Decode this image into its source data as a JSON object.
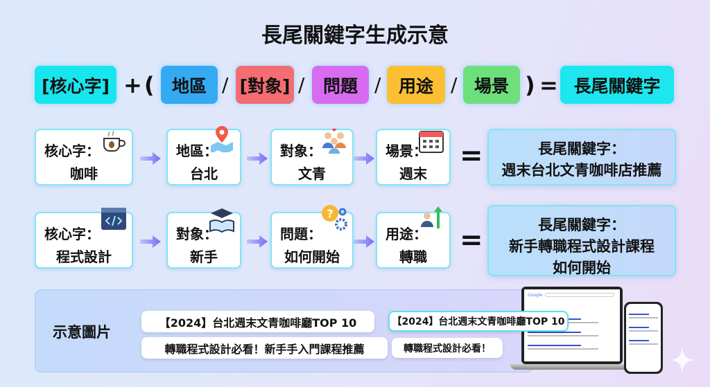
{
  "title": "長尾關鍵字生成示意",
  "formula": {
    "core": "[核心字]",
    "plus": "+",
    "open": "(",
    "region": "地區",
    "target": "[對象]",
    "question": "問題",
    "usage": "用途",
    "scene": "場景",
    "slash": "/",
    "close": ")",
    "equals": "=",
    "result": "長尾關鍵字"
  },
  "colors": {
    "core": "#17e6ee",
    "region": "#33aaf2",
    "target": "#f46d72",
    "question": "#d76cf0",
    "usage": "#fcbf33",
    "scene": "#6de07c",
    "result": "#1ee6ee"
  },
  "example1": {
    "steps": [
      {
        "label": "核心字：",
        "value": "咖啡",
        "icon": "coffee-cup-icon"
      },
      {
        "label": "地區：",
        "value": "台北",
        "icon": "map-pin-icon"
      },
      {
        "label": "對象：",
        "value": "文青",
        "icon": "people-icon"
      },
      {
        "label": "場景：",
        "value": "週末",
        "icon": "calendar-icon"
      }
    ],
    "equals": "=",
    "result_label": "長尾關鍵字：",
    "result_lines": [
      "週末台北文青咖啡店推薦"
    ]
  },
  "example2": {
    "steps": [
      {
        "label": "核心字：",
        "value": "程式設計",
        "icon": "code-window-icon"
      },
      {
        "label": "對象：",
        "value": "新手",
        "icon": "graduation-book-icon"
      },
      {
        "label": "問題：",
        "value": "如何開始",
        "icon": "question-gears-icon"
      },
      {
        "label": "用途：",
        "value": "轉職",
        "icon": "career-growth-icon"
      }
    ],
    "equals": "=",
    "result_label": "長尾關鍵字：",
    "result_lines": [
      "新手轉職程式設計課程",
      "如何開始"
    ]
  },
  "illustration": {
    "label": "示意圖片",
    "titles": [
      "【2024】台北週末文青咖啡廳TOP 10",
      "轉職程式設計必看！新手手入門課程推薦"
    ],
    "highlight_titles": [
      "【2024】台北週末文青咖啡廳TOP 10",
      "轉職程式設計必看！"
    ],
    "search_brand": "Google"
  }
}
